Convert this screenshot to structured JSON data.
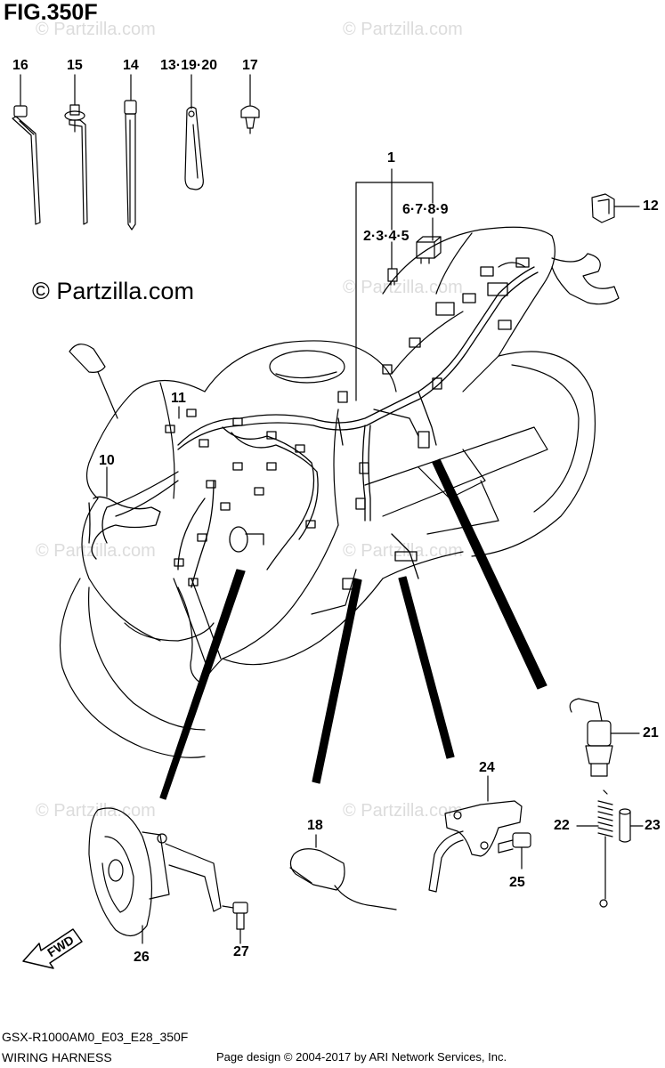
{
  "figure": {
    "title": "FIG.350F",
    "watermark": "© Partzilla.com",
    "faint_watermark": "© Partzilla.com"
  },
  "callouts": {
    "c16": "16",
    "c15": "15",
    "c14": "14",
    "c13": "13·19·20",
    "c17": "17",
    "c1": "1",
    "c6789": "6·7·8·9",
    "c2345": "2·3·4·5",
    "c12": "12",
    "c11": "11",
    "c10": "10",
    "c21": "21",
    "c22": "22",
    "c23": "23",
    "c24": "24",
    "c18": "18",
    "c25": "25",
    "c26": "26",
    "c27": "27"
  },
  "badge": {
    "fwd": "FWD"
  },
  "footer": {
    "code": "GSX-R1000AM0_E03_E28_350F",
    "title": "WIRING HARNESS",
    "credit": "Page design © 2004-2017 by ARI Network Services, Inc."
  }
}
